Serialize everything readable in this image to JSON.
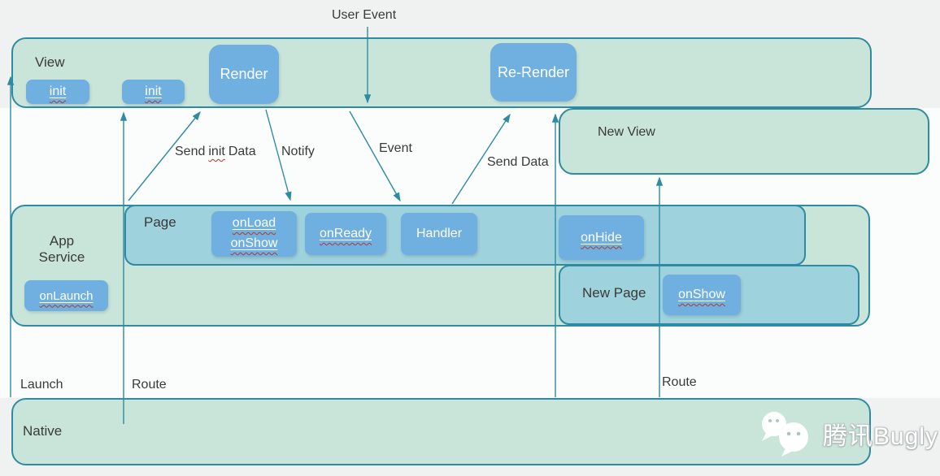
{
  "colors": {
    "background": "#f0f1f1",
    "band": "#fbfcfc",
    "box_fill_green": "#c9e5da",
    "box_fill_teal": "#9ed2dc",
    "button_blue": "#6fb0e1",
    "border_teal": "#2e8ba1",
    "text_dark": "#3a3a3a",
    "squiggle_red": "#b03a2e"
  },
  "layers": {
    "view": "View",
    "new_view": "New View",
    "app_service_line1": "App",
    "app_service_line2": "Service",
    "page": "Page",
    "new_page": "New Page",
    "native": "Native"
  },
  "buttons": {
    "init_a": "init",
    "init_b": "init",
    "render": "Render",
    "re_render": "Re-Render",
    "onload": "onLoad",
    "onshow_page": "onShow",
    "onready": "onReady",
    "handler": "Handler",
    "onhide": "onHide",
    "onshow_new_page": "onShow",
    "onlaunch": "onLaunch"
  },
  "flow": {
    "user_event": "User Event",
    "send_init_data_pre": "Send",
    "send_init_data_word": "init",
    "send_init_data_post": "Data",
    "notify": "Notify",
    "event": "Event",
    "send_data": "Send Data",
    "launch": "Launch",
    "route_left": "Route",
    "route_right": "Route"
  },
  "watermark": "腾讯Bugly"
}
